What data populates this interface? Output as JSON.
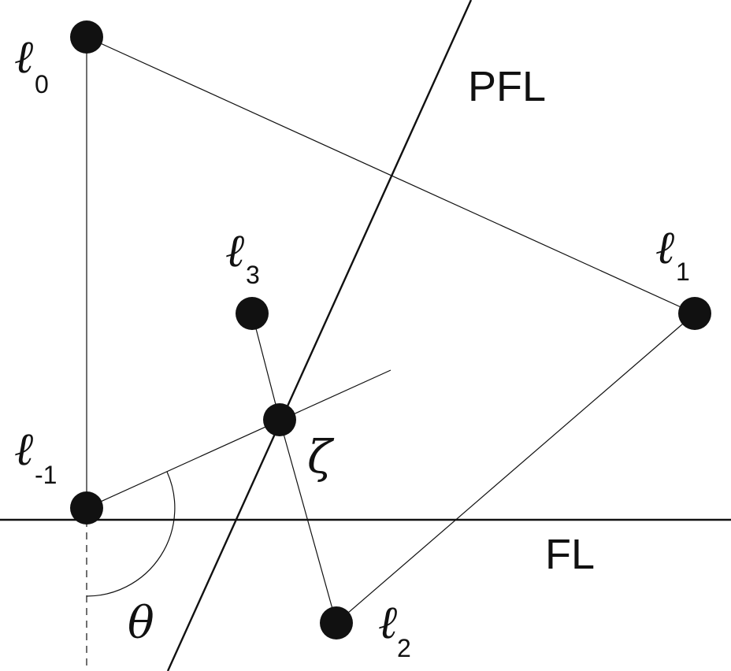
{
  "labels": {
    "pfl": "PFL",
    "fl": "FL",
    "zeta": "ζ",
    "theta": "θ"
  },
  "points": [
    {
      "id": "l0",
      "symbol": "ℓ",
      "sub": "0"
    },
    {
      "id": "l1",
      "symbol": "ℓ",
      "sub": "1"
    },
    {
      "id": "l2",
      "symbol": "ℓ",
      "sub": "2"
    },
    {
      "id": "l3",
      "symbol": "ℓ",
      "sub": "3"
    },
    {
      "id": "lm1",
      "symbol": "ℓ",
      "sub": "-1"
    }
  ],
  "colors": {
    "ink": "#111111"
  }
}
